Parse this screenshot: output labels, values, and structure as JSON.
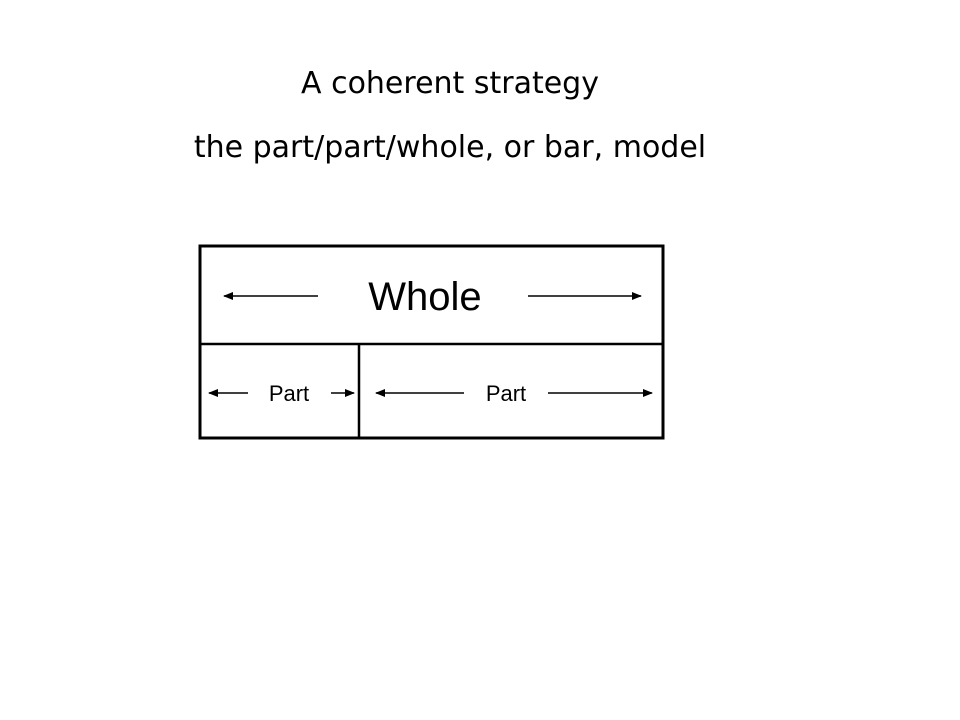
{
  "title": {
    "line1": "A coherent strategy",
    "line2": "the part/part/whole, or bar, model"
  },
  "diagram": {
    "whole_label": "Whole",
    "part_left_label": "Part",
    "part_right_label": "Part"
  }
}
